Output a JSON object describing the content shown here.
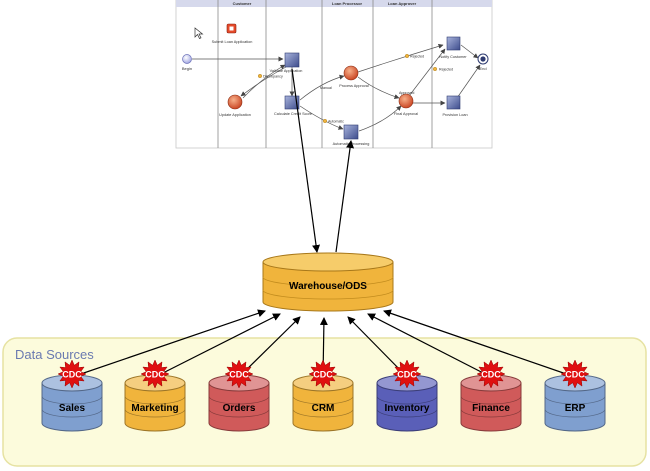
{
  "workflow": {
    "lanes": [
      "",
      "Customer",
      "",
      "Loan Processor",
      "Loan Approver",
      ""
    ],
    "tasks": {
      "submit": "Submit Loan Application",
      "validate": "Validate Application",
      "update": "Update Application",
      "credit": "Calculate Credit Score",
      "process": "Process Approval",
      "auto": "Automatic Processing",
      "final": "Final Approval",
      "notify": "Notify Customer",
      "provision": "Provision Loan"
    },
    "events": {
      "begin": "Begin",
      "end": "End"
    },
    "flows": {
      "discrepancy": "Discrepancy",
      "manual": "Manual",
      "automatic": "Automatic",
      "approved": "Approved",
      "rejected1": "Rejected",
      "rejected2": "Rejected"
    }
  },
  "warehouse": {
    "label": "Warehouse/ODS"
  },
  "data_sources": {
    "title": "Data Sources",
    "badge": "CDC",
    "items": [
      {
        "label": "Sales",
        "color": "#7f9fcf"
      },
      {
        "label": "Marketing",
        "color": "#f0b43c"
      },
      {
        "label": "Orders",
        "color": "#d05a5a"
      },
      {
        "label": "CRM",
        "color": "#f0b43c"
      },
      {
        "label": "Inventory",
        "color": "#5a5fb8"
      },
      {
        "label": "Finance",
        "color": "#d05a5a"
      },
      {
        "label": "ERP",
        "color": "#7f9fcf"
      }
    ]
  },
  "colors": {
    "panel_fill": "#fcfbdc",
    "panel_stroke": "#e6e2a2",
    "warehouse": "#f0b43c",
    "badge": "#e01010",
    "task": "#5a6aa8",
    "decision": "#e0603a",
    "title": "#6a7ab0"
  }
}
